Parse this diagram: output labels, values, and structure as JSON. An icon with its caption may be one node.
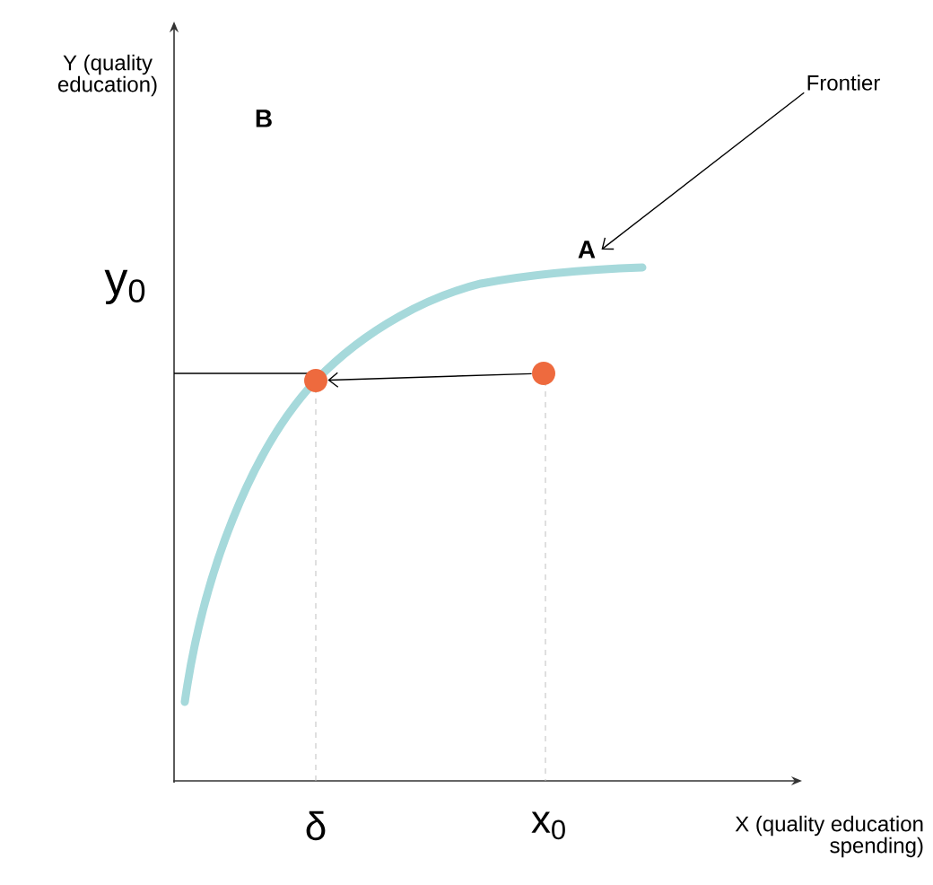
{
  "diagram": {
    "nodes": [
      {
        "text": [
          "Frontier"
        ]
      },
      {
        "text": [
          "A"
        ]
      },
      {
        "text": [],
        "shape": "circle"
      },
      {
        "text": [],
        "shape": "circle"
      }
    ],
    "edges": [
      {
        "from": 0,
        "to": 1,
        "arrow": "to"
      },
      {
        "from": 3,
        "to": 2,
        "arrow": "to"
      }
    ],
    "labels": [
      "Y (quality education)",
      "B",
      "y$_{0}$",
      "δ",
      "x$_{0}$",
      "X (quality education spending)"
    ]
  }
}
